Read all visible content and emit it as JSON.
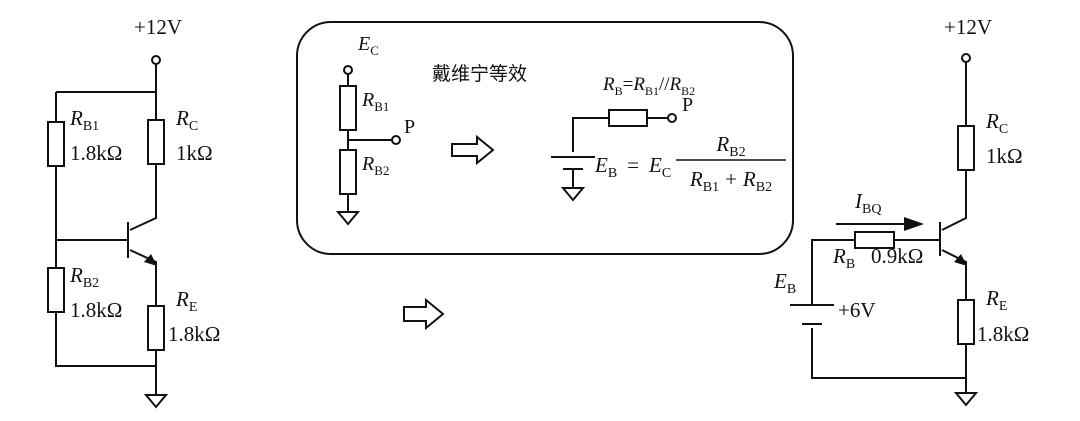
{
  "left_circuit": {
    "supply": "+12V",
    "rb1": {
      "sym": "R",
      "sub": "B1",
      "value": "1.8kΩ"
    },
    "rc": {
      "sym": "R",
      "sub": "C",
      "value": "1kΩ"
    },
    "rb2": {
      "sym": "R",
      "sub": "B2",
      "value": "1.8kΩ"
    },
    "re": {
      "sym": "R",
      "sub": "E",
      "value": "1.8kΩ"
    }
  },
  "thevenin_box": {
    "title": "戴维宁等效",
    "ec": {
      "sym": "E",
      "sub": "C"
    },
    "rb1": {
      "sym": "R",
      "sub": "B1"
    },
    "rb2": {
      "sym": "R",
      "sub": "B2"
    },
    "node_p": "P",
    "rb_eq": {
      "sym": "R",
      "sub": "B",
      "eq": "=",
      "a_sym": "R",
      "a_sub": "B1",
      "op": "//",
      "b_sym": "R",
      "b_sub": "B2"
    },
    "node_p2": "P",
    "formula": {
      "lhs_sym": "E",
      "lhs_sub": "B",
      "eq": "=",
      "mid_sym": "E",
      "mid_sub": "C",
      "num_sym": "R",
      "num_sub": "B2",
      "den_a_sym": "R",
      "den_a_sub": "B1",
      "plus": "+",
      "den_b_sym": "R",
      "den_b_sub": "B2"
    }
  },
  "right_circuit": {
    "supply": "+12V",
    "rc": {
      "sym": "R",
      "sub": "C",
      "value": "1kΩ"
    },
    "ibq": {
      "sym": "I",
      "sub": "BQ"
    },
    "rb": {
      "sym": "R",
      "sub": "B",
      "value": "0.9kΩ"
    },
    "eb": {
      "sym": "E",
      "sub": "B",
      "value": "+6V"
    },
    "re": {
      "sym": "R",
      "sub": "E",
      "value": "1.8kΩ"
    }
  }
}
